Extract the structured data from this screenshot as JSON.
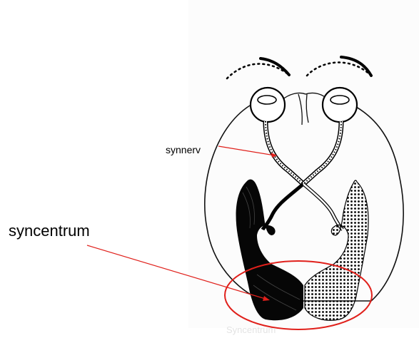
{
  "labels": {
    "synnerv": "synnerv",
    "syncentrum": "syncentrum",
    "caption": "Syncentrum"
  },
  "colors": {
    "pointer": "#e0201b",
    "ink": "#000000",
    "paper": "#ffffff",
    "caption": "#e3e3e3"
  }
}
